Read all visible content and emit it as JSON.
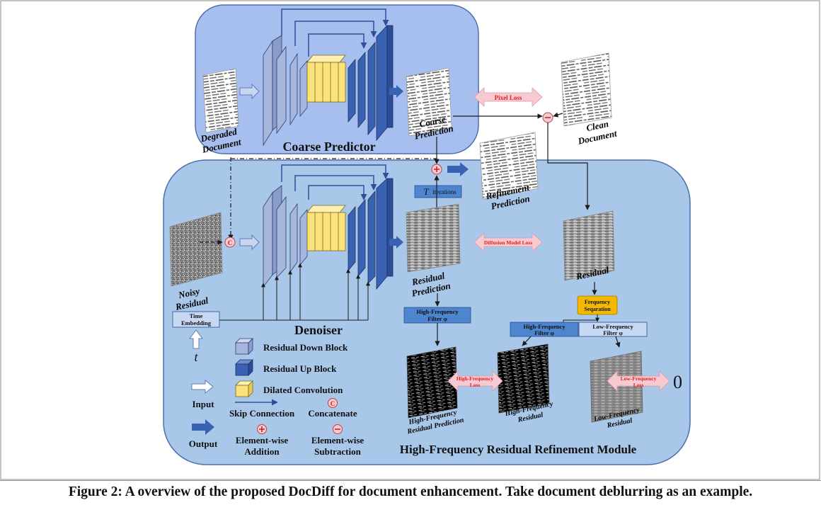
{
  "modules": {
    "coarse_predictor": "Coarse Predictor",
    "denoiser": "Denoiser",
    "hfrr": "High-Frequency Residual Refinement Module"
  },
  "images": {
    "degraded": [
      "Degraded",
      "Document"
    ],
    "coarse_prediction": [
      "Coarse",
      "Prediction"
    ],
    "clean": [
      "Clean",
      "Document"
    ],
    "refinement_prediction": [
      "Refinement",
      "Prediction"
    ],
    "noisy_residual": [
      "Noisy",
      "Residual"
    ],
    "residual_prediction": [
      "Residual",
      "Prediction"
    ],
    "residual": "Residual",
    "hf_residual_prediction": [
      "High-Frequency",
      "Residual Prediction"
    ],
    "hf_residual": [
      "High-Frequency",
      "Residual"
    ],
    "lf_residual": [
      "Low-Frequency",
      "Residual"
    ]
  },
  "losses": {
    "pixel": "Pixel Loss",
    "diffusion": "Diffusion Model Loss",
    "hf": [
      "High-Frequency",
      "Loss"
    ],
    "lf": [
      "Low-Frequency",
      "Loss"
    ]
  },
  "boxes": {
    "t_iterations_symbol": "T",
    "t_iterations_text": "iterations",
    "time_embedding": [
      "Time",
      "Embedding"
    ],
    "time_var": "t",
    "hf_filter_left": [
      "High-Frequency",
      "Filter φ"
    ],
    "hf_filter_right": [
      "High-Frequency",
      "Filter φ"
    ],
    "lf_filter": [
      "Low-Frequency",
      "Filter φ"
    ],
    "frequency_separation": [
      "Frequency",
      "Seqaration"
    ],
    "zero": "0"
  },
  "legend": {
    "down_block": "Residual Down Block",
    "up_block": "Residual Up Block",
    "dilated": "Dilated Convolution",
    "input": "Input",
    "output": "Output",
    "skip": "Skip Connection",
    "concat": "Concatenate",
    "addition": [
      "Element-wise",
      "Addition"
    ],
    "subtraction": [
      "Element-wise",
      "Subtraction"
    ]
  },
  "caption": "Figure 2: A overview of the proposed DocDiff for document enhancement. Take document deblurring as an example.",
  "colors": {
    "coarse_bg": "#a7bfee",
    "denoiser_bg": "#a9c8e9",
    "down_block": "#a7b6dc",
    "up_block": "#3a62b2",
    "dilated": "#fbe27a",
    "loss_arrow": "#f7c9d1",
    "loss_text": "#e02020",
    "filter_box": "#4e85cf",
    "freq_box": "#f5b800"
  }
}
